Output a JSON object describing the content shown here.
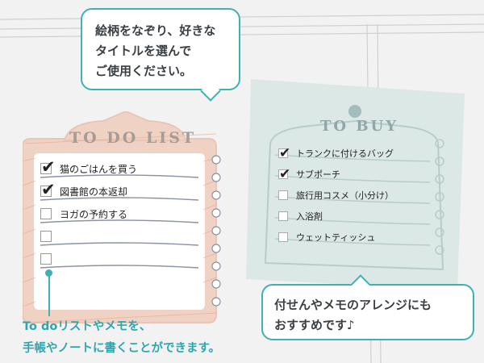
{
  "speech_bubbles": {
    "top": {
      "lines": [
        "絵柄をなぞり、好きな",
        "タイトルを選んで",
        "ご使用ください。"
      ]
    },
    "bottom": {
      "lines": [
        "付せんやメモのアレンジにも",
        "おすすめです♪"
      ]
    }
  },
  "todo_list": {
    "title": "TO DO LIST",
    "items": [
      {
        "label": "猫のごはんを買う",
        "checked": true
      },
      {
        "label": "図書館の本返却",
        "checked": true
      },
      {
        "label": "ヨガの予約する",
        "checked": false
      },
      {
        "label": "",
        "checked": false
      },
      {
        "label": "",
        "checked": false
      }
    ]
  },
  "tobuy_list": {
    "title": "TO BUY",
    "items": [
      {
        "label": "トランクに付けるバッグ",
        "checked": true
      },
      {
        "label": "サブポーチ",
        "checked": true
      },
      {
        "label": "旅行用コスメ（小分け）",
        "checked": false
      },
      {
        "label": "入浴剤",
        "checked": false
      },
      {
        "label": "ウェットティッシュ",
        "checked": false
      }
    ]
  },
  "footnote": {
    "lines": [
      "To doリストやメモを、",
      "手帳やノートに書くことができます。"
    ]
  },
  "colors": {
    "accent": "#3fb0b4",
    "todo_card": "#f0d2c4",
    "tobuy_card": "#dce8e6",
    "footnote_text": "#2fa6ad"
  }
}
